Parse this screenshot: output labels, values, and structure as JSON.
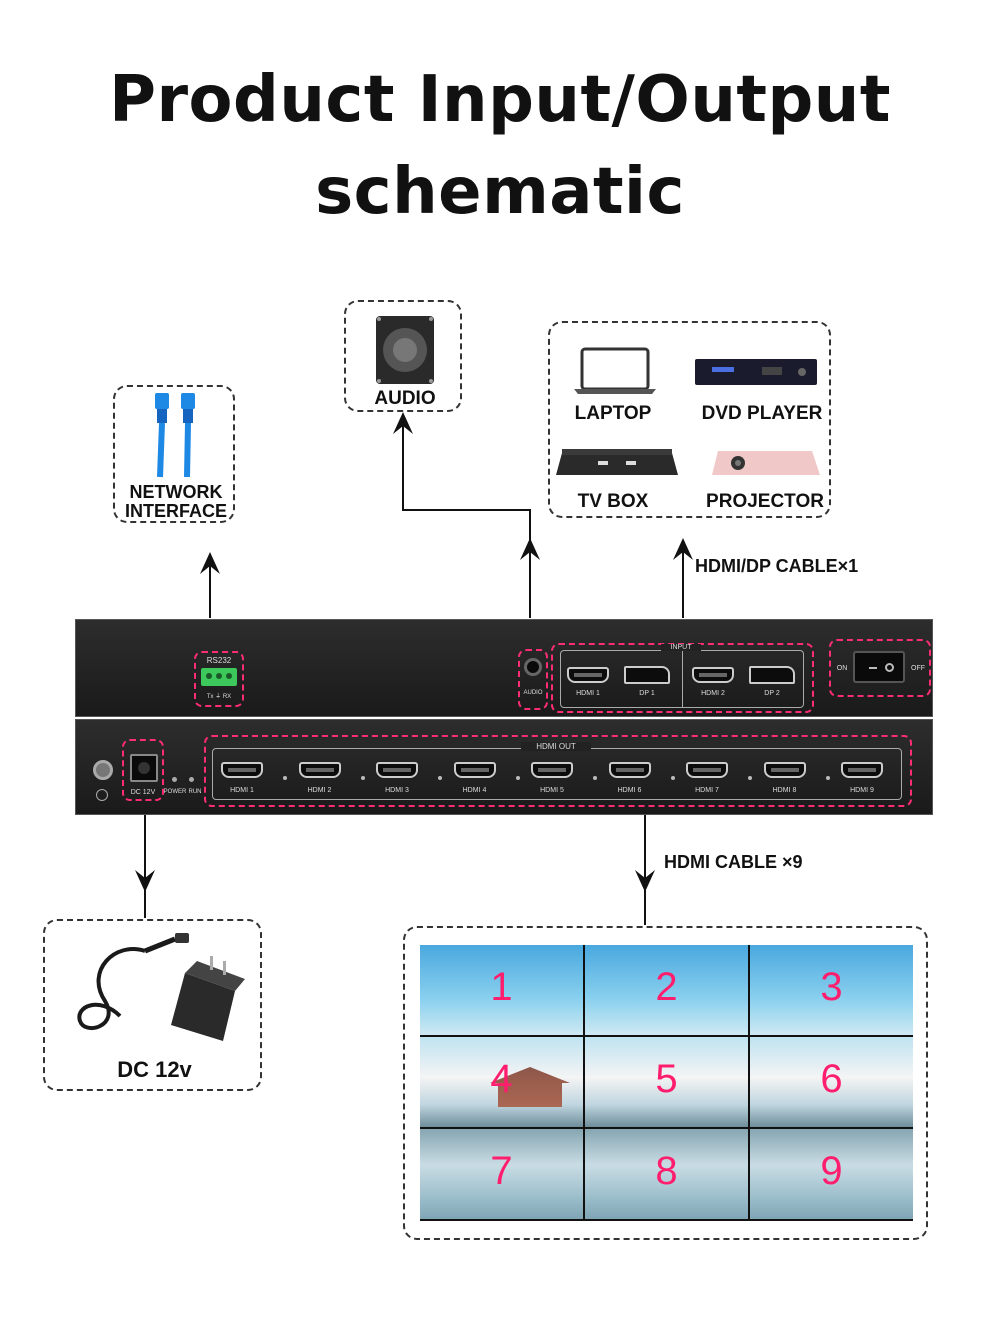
{
  "title": {
    "line1": "Product Input/Output",
    "line2": "schematic"
  },
  "peripherals": {
    "network": {
      "line1": "NETWORK",
      "line2": "INTERFACE"
    },
    "audio": "AUDIO",
    "laptop": "LAPTOP",
    "dvd": "DVD PLAYER",
    "tvbox": "TV  BOX",
    "projector": "PROJECTOR",
    "power": "DC 12v"
  },
  "cables": {
    "input": "HDMI/DP CABLE×1",
    "output": "HDMI CABLE ×9"
  },
  "rear_panel": {
    "rs232": "RS232",
    "rs232_pins": "Tx  ⏚  RX",
    "audio": "AUDIO",
    "input_title": "INPUT",
    "inputs": [
      "HDMI 1",
      "DP 1",
      "HDMI 2",
      "DP 2"
    ],
    "on": "ON",
    "off": "OFF"
  },
  "front_panel": {
    "dc": "DC 12V",
    "power": "POWER",
    "run": "RUN",
    "out_title": "HDMI OUT",
    "outputs": [
      "HDMI 1",
      "HDMI 2",
      "HDMI 3",
      "HDMI 4",
      "HDMI 5",
      "HDMI 6",
      "HDMI 7",
      "HDMI 8",
      "HDMI 9"
    ]
  },
  "video_wall": {
    "screens": [
      "1",
      "2",
      "3",
      "4",
      "5",
      "6",
      "7",
      "8",
      "9"
    ]
  },
  "colors": {
    "accent": "#ff2d73",
    "number": "#ff1e6e",
    "rs232_terminal": "#3cc85a"
  }
}
